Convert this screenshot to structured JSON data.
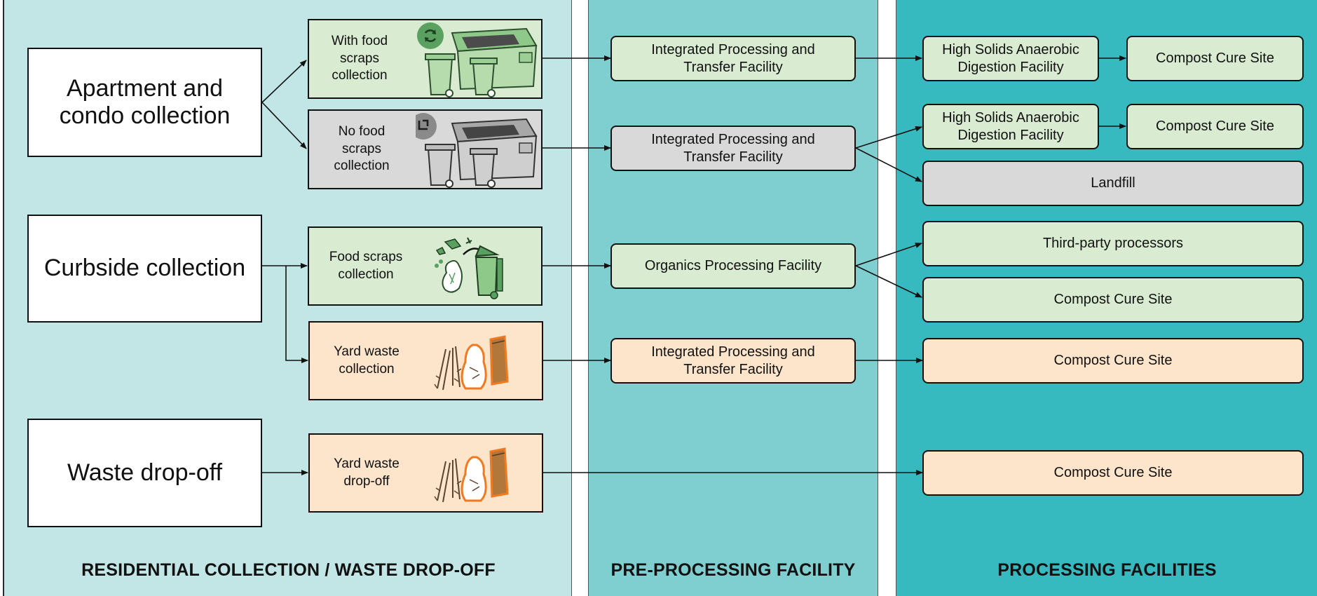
{
  "sections": {
    "residential": "RESIDENTIAL COLLECTION / WASTE DROP-OFF",
    "preprocessing": "PRE-PROCESSING FACILITY",
    "processing": "PROCESSING FACILITIES"
  },
  "sources": {
    "apartment": "Apartment and condo collection",
    "curbside": "Curbside collection",
    "dropoff": "Waste drop-off"
  },
  "collections": {
    "with_food": "With food scraps collection",
    "no_food": "No food scraps collection",
    "food_scraps": "Food scraps collection",
    "yard_waste": "Yard waste collection",
    "yard_dropoff": "Yard waste drop-off"
  },
  "preprocessing": {
    "ipt_green": "Integrated Processing and Transfer Facility",
    "ipt_grey": "Integrated Processing and Transfer Facility",
    "organics": "Organics Processing Facility",
    "ipt_peach": "Integrated Processing and Transfer Facility"
  },
  "processing": {
    "hsad_1": "High Solids Anaerobic Digestion Facility",
    "cure_1": "Compost Cure Site",
    "hsad_2": "High Solids Anaerobic Digestion Facility",
    "cure_2": "Compost Cure Site",
    "landfill": "Landfill",
    "third_party": "Third-party processors",
    "cure_3": "Compost Cure Site",
    "cure_4": "Compost Cure Site",
    "cure_5": "Compost Cure Site"
  },
  "colors": {
    "panel_residential": "#c2e6e6",
    "panel_preprocessing": "#80cfd0",
    "panel_processing": "#36bac0",
    "green_stream": "#d9ecd2",
    "grey_stream": "#d9d9d9",
    "peach_stream": "#fde5cc",
    "icon_green": "#5aa060",
    "icon_orange": "#f07a20"
  },
  "icons": {
    "with_food": [
      "recycle-badge-icon",
      "green-bins-icon"
    ],
    "no_food": [
      "waste-badge-icon",
      "grey-bins-icon"
    ],
    "food_scraps": [
      "food-scraps-icon",
      "green-cart-icon"
    ],
    "yard_waste": [
      "branches-icon",
      "yard-bag-icon"
    ],
    "yard_dropoff": [
      "branches-icon",
      "yard-bag-icon"
    ]
  }
}
